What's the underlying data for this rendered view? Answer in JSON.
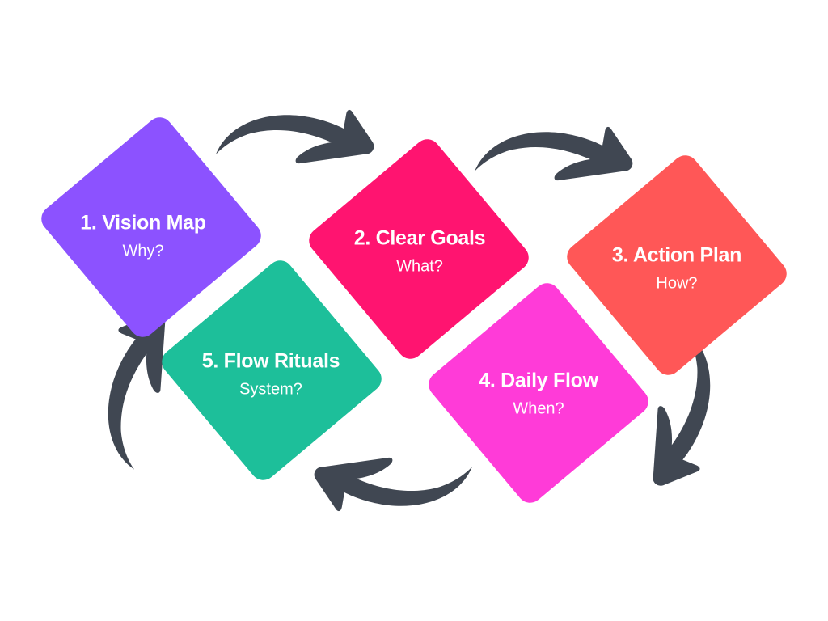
{
  "diagram": {
    "type": "cycle",
    "steps": [
      {
        "number": 1,
        "title": "1. Vision Map",
        "question": "Why?",
        "color": "#8C52FF"
      },
      {
        "number": 2,
        "title": "2. Clear Goals",
        "question": "What?",
        "color": "#FF1470"
      },
      {
        "number": 3,
        "title": "3. Action Plan",
        "question": "How?",
        "color": "#FF5757"
      },
      {
        "number": 4,
        "title": "4. Daily Flow",
        "question": "When?",
        "color": "#FF3BD8"
      },
      {
        "number": 5,
        "title": "5. Flow Rituals",
        "question": "System?",
        "color": "#1DBF9A"
      }
    ],
    "connections": [
      {
        "from": 1,
        "to": 2
      },
      {
        "from": 2,
        "to": 3
      },
      {
        "from": 3,
        "to": 4
      },
      {
        "from": 4,
        "to": 5
      },
      {
        "from": 5,
        "to": 1
      }
    ],
    "arrow_color": "#404752",
    "background": "#FFFFFF"
  }
}
